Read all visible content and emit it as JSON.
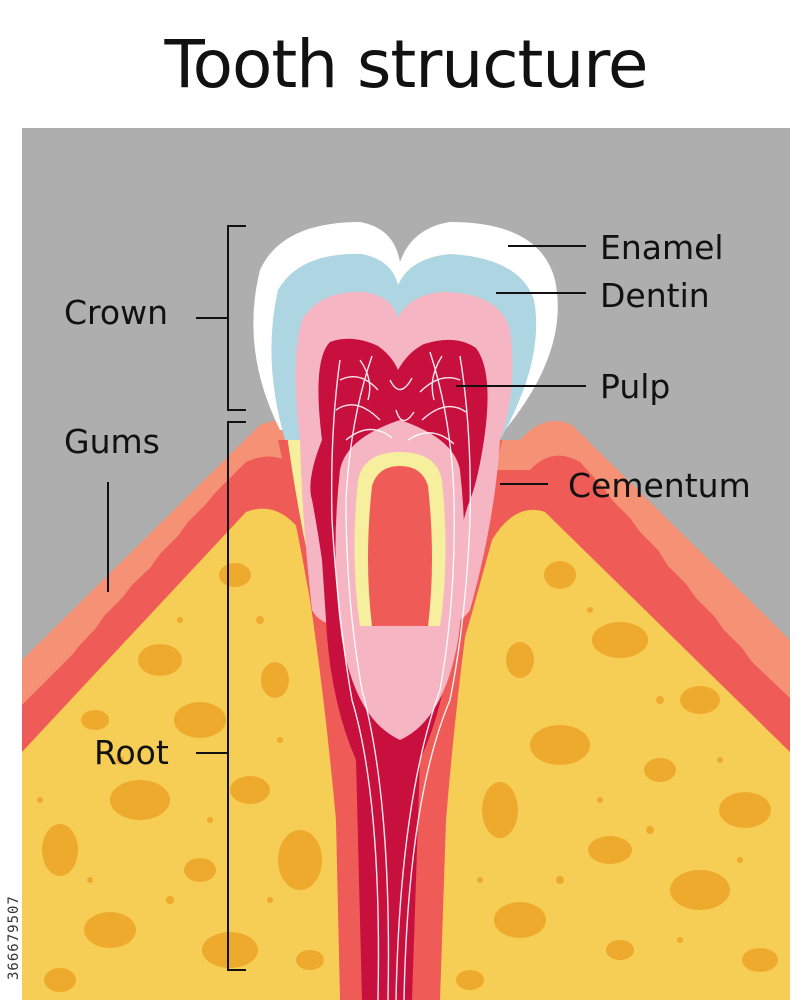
{
  "title": "Tooth structure",
  "labels": {
    "enamel": "Enamel",
    "dentin": "Dentin",
    "pulp": "Pulp",
    "cementum": "Cementum",
    "crown": "Crown",
    "gums": "Gums",
    "root": "Root"
  },
  "stock_id": "366679507",
  "colors": {
    "background": "#aeaeae",
    "enamel": "#ffffff",
    "dentin_outer": "#add6e2",
    "dentin_inner": "#f6b5c2",
    "pulp": "#c8103f",
    "cementum": "#f6ef9e",
    "gum_outer": "#f59275",
    "gum_inner": "#ef5b57",
    "bone": "#f7ce55",
    "bone_spots": "#eeaa2c"
  }
}
